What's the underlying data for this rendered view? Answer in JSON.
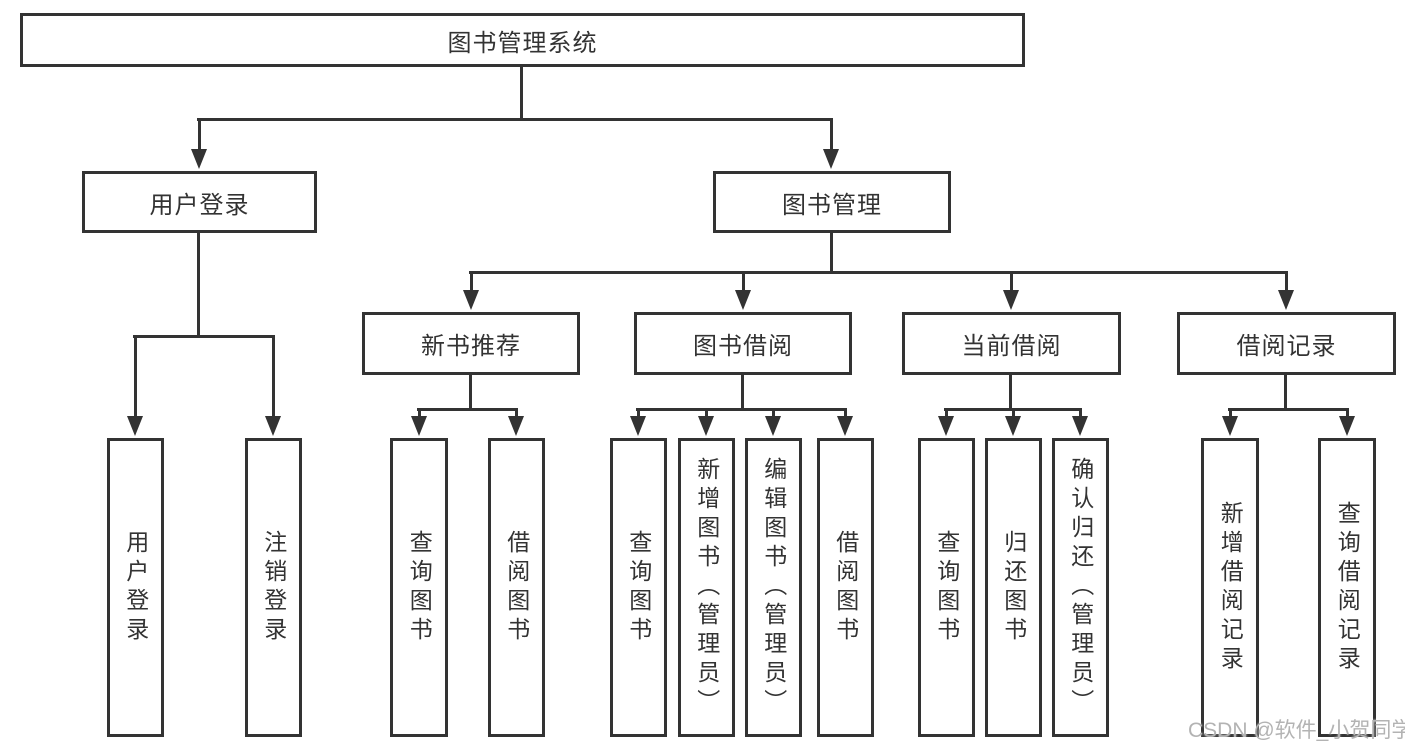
{
  "diagram_title": "图书管理系统",
  "root": {
    "label": "图书管理系统"
  },
  "level2": [
    {
      "label": "用户登录"
    },
    {
      "label": "图书管理"
    }
  ],
  "level3": [
    {
      "label": "新书推荐"
    },
    {
      "label": "图书借阅"
    },
    {
      "label": "当前借阅"
    },
    {
      "label": "借阅记录"
    }
  ],
  "leaves": {
    "user_login": [
      {
        "label": "用户登录"
      },
      {
        "label": "注销登录"
      }
    ],
    "new_book": [
      {
        "label": "查询图书"
      },
      {
        "label": "借阅图书"
      }
    ],
    "book_borrow": [
      {
        "label": "查询图书"
      },
      {
        "label": "新增图书（管理员）"
      },
      {
        "label": "编辑图书（管理员）"
      },
      {
        "label": "借阅图书"
      }
    ],
    "current_borrow": [
      {
        "label": "查询图书"
      },
      {
        "label": "归还图书"
      },
      {
        "label": "确认归还（管理员）"
      }
    ],
    "borrow_record": [
      {
        "label": "新增借阅记录"
      },
      {
        "label": "查询借阅记录"
      }
    ]
  },
  "watermark": {
    "text": "CSDN @软件_小贺同学"
  },
  "colors": {
    "line": "#333333",
    "text": "#333333",
    "box_background": "#ffffff",
    "watermark_gray": "#b3b3b3"
  }
}
